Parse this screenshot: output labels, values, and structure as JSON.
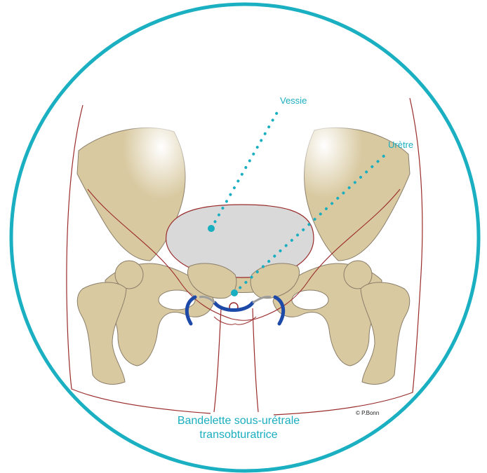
{
  "labels": {
    "bladder": "Vessie",
    "urethra": "Urètre"
  },
  "caption": {
    "line1": "Bandelette sous-urétrale",
    "line2": "transobturatrice"
  },
  "copyright": "© P.Bonn",
  "colors": {
    "frame": "#1ab0c2",
    "leader": "#19aec0",
    "bone": "#d8c9a0",
    "bone_shadow": "#b9a67a",
    "bone_outline": "#8a7e6a",
    "body_outline": "#9a2b2b",
    "bladder": "#d9d9d9",
    "sling": "#1d4aa8"
  }
}
